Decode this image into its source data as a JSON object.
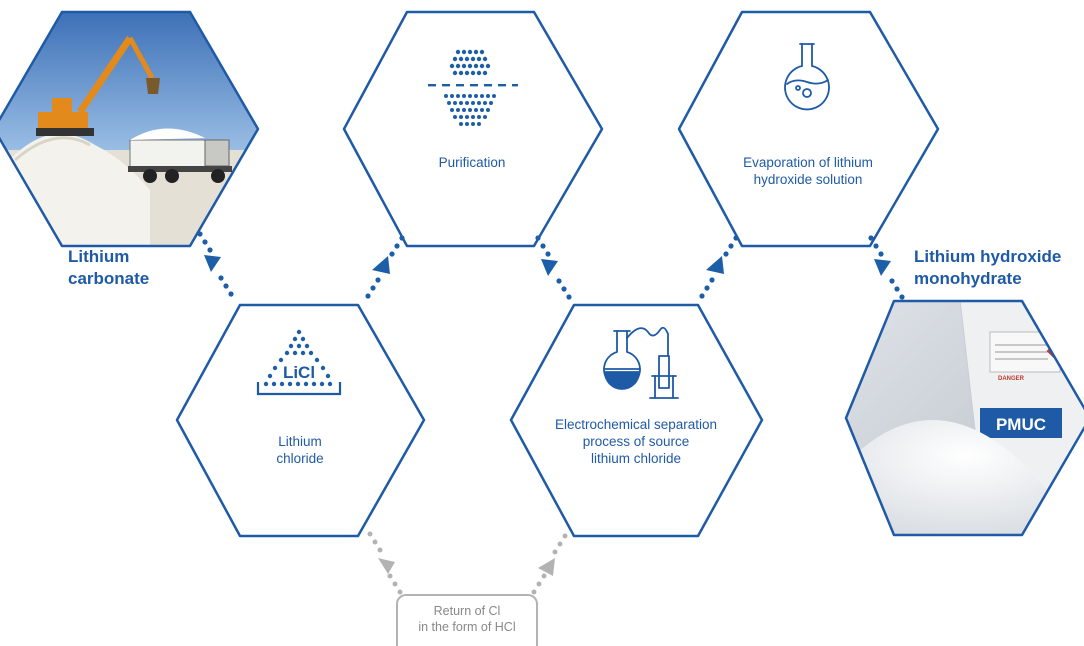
{
  "colors": {
    "primary": "#1f5aa6",
    "dots": "#1d5ea8",
    "return_arrow": "#b3b3b3",
    "return_text": "#888888"
  },
  "nodes": {
    "lithium_carbonate": {
      "label_line1": "Lithium",
      "label_line2": "carbonate",
      "image": "salt-mine-excavator-photo"
    },
    "purification": {
      "label": "Purification",
      "icon": "filter-particles-icon"
    },
    "evaporation": {
      "label_line1": "Evaporation of lithium",
      "label_line2": "hydroxide solution",
      "icon": "round-flask-icon"
    },
    "lithium_chloride": {
      "label_line1": "Lithium",
      "label_line2": "chloride",
      "icon_text": "LiCl",
      "icon": "licl-powder-pile-icon"
    },
    "electrochemical": {
      "label_line1": "Electrochemical separation",
      "label_line2": "process of source",
      "label_line3": "lithium chloride",
      "icon": "lab-apparatus-icon"
    },
    "lithium_hydroxide": {
      "label_line1": "Lithium hydroxide",
      "label_line2": "monohydrate",
      "image": "powder-bags-photo",
      "bag_text": "PMUC",
      "bag_warning": "DANGER"
    }
  },
  "return_note": {
    "line1": "Return of Cl",
    "line2": "in the form of HCl"
  }
}
